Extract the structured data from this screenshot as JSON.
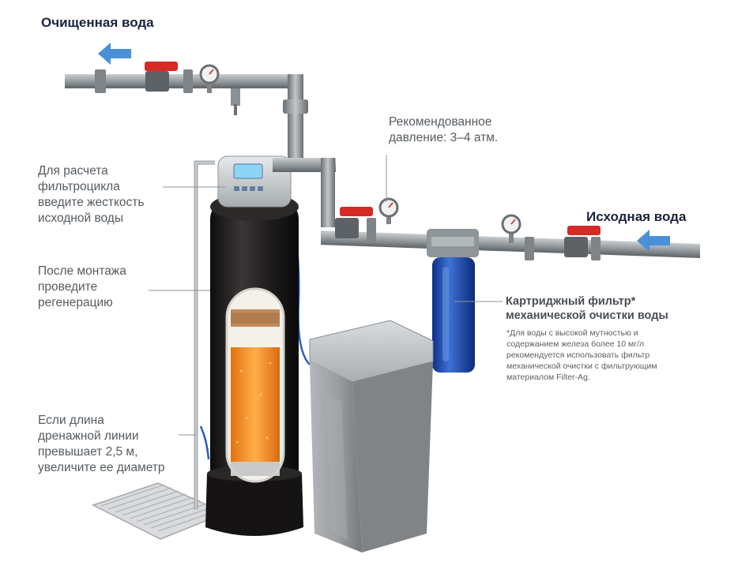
{
  "headings": {
    "clean_water": "Очищенная вода",
    "source_water": "Исходная вода"
  },
  "labels": {
    "pressure": [
      "Рекомендованное",
      "давление: 3–4 атм."
    ],
    "hardness": [
      "Для расчета",
      "фильтроцикла",
      "введите жесткость",
      "исходной воды"
    ],
    "regeneration": [
      "После монтажа",
      "проведите",
      "регенерацию"
    ],
    "drain": [
      "Если длина",
      "дренажной линии",
      "превышает 2,5 м,",
      "увеличите ее диаметр"
    ]
  },
  "cartridge": {
    "title": [
      "Картриджный фильтр*",
      "механической очистки воды"
    ],
    "note": [
      "*Для воды с высокой мутностью и",
      "содержанием железа более 10 мг/л",
      "рекомендуется использовать фильтр",
      "механической очистки с фильтрующим",
      "материалом Filter-Ag."
    ]
  },
  "colors": {
    "heading": "#1a2340",
    "label": "#555b60",
    "arrow": "#4a90d9",
    "pipe": "#8a9094",
    "valve_handle": "#d62a26",
    "tank": "#1e1c1c",
    "media": "#f08a1e",
    "cartridge": "#1f4fb5",
    "brine_tank": "#9ea3a6"
  },
  "icons": [
    "arrow-left-icon",
    "arrow-left-icon",
    "pressure-gauge-icon",
    "ball-valve-icon"
  ]
}
